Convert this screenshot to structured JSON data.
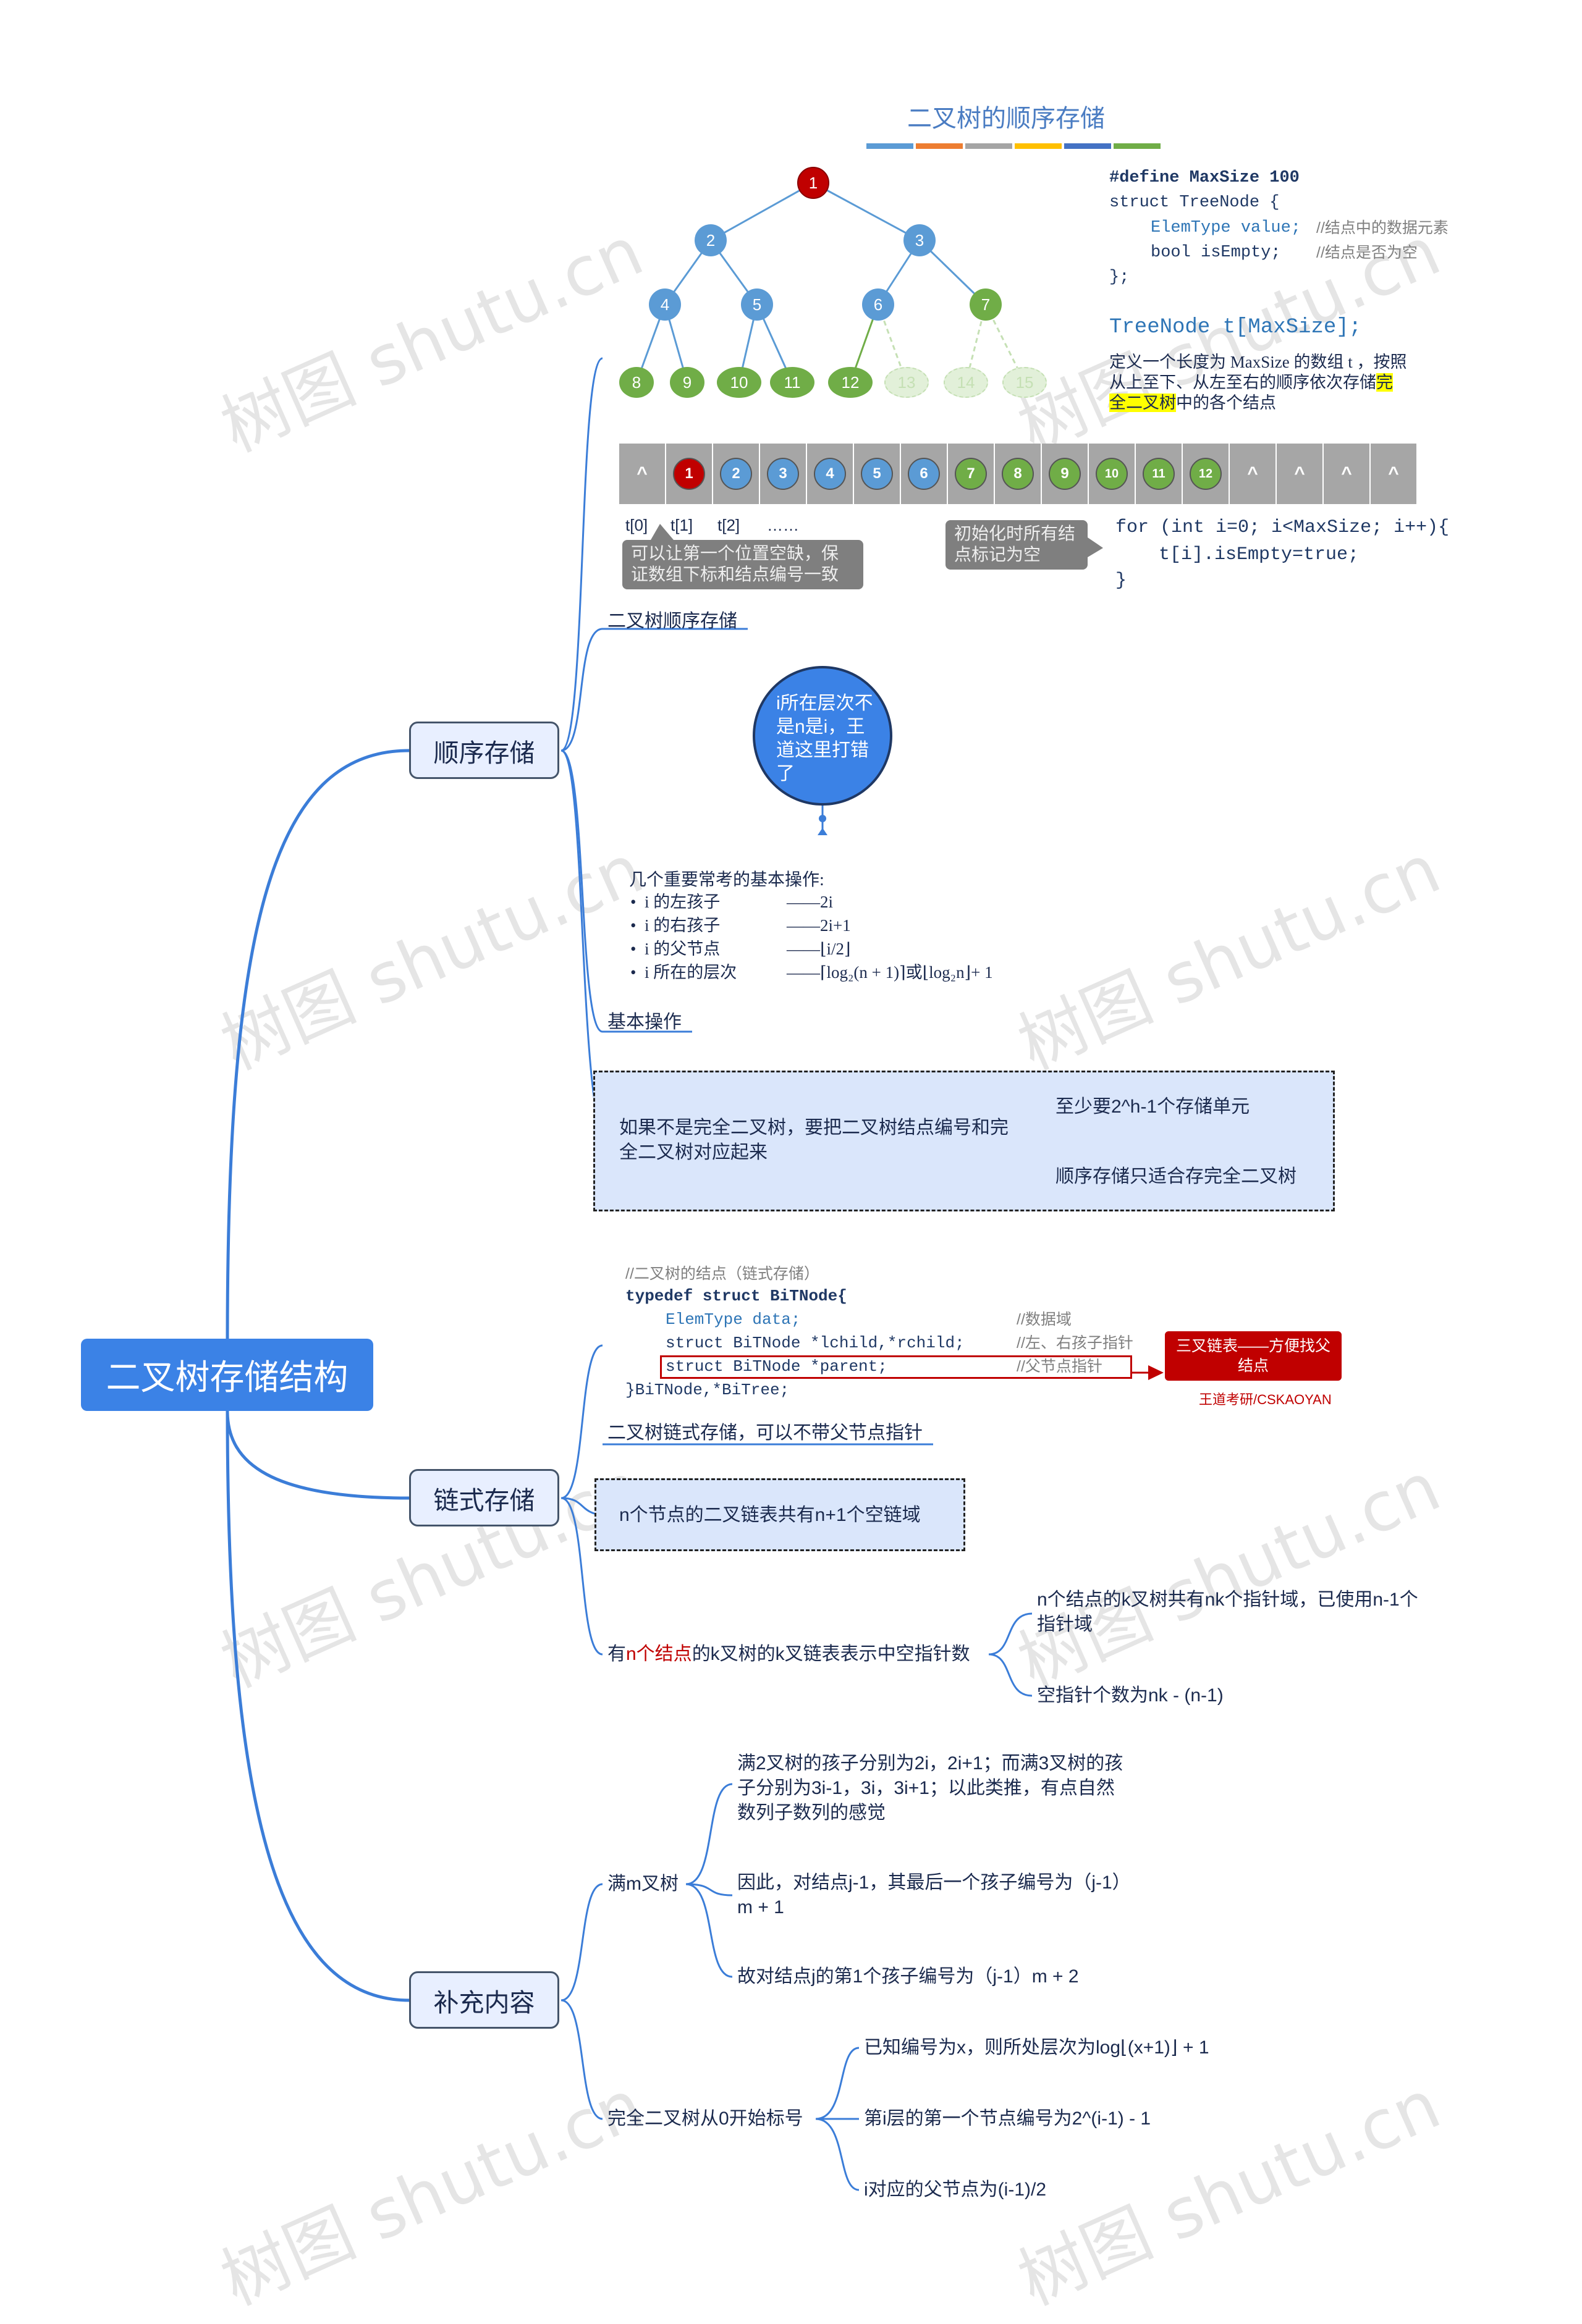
{
  "root": {
    "label": "二叉树存储结构"
  },
  "colors": {
    "accent": "#3b82e6",
    "red_node": "#c00000",
    "blue_node": "#5b9bd5",
    "green_node": "#70ad47",
    "line": "#3b7dd8"
  },
  "branches": [
    {
      "label": "顺序存储"
    },
    {
      "label": "链式存储"
    },
    {
      "label": "补充内容"
    }
  ],
  "seq": {
    "image_title": "二叉树的顺序存储",
    "tree_nodes": [
      "1",
      "2",
      "3",
      "4",
      "5",
      "6",
      "7",
      "8",
      "9",
      "10",
      "11",
      "12",
      "13",
      "14",
      "15"
    ],
    "code_define": "#define MaxSize 100",
    "code_struct": "struct TreeNode {",
    "code_elem": "ElemType value;",
    "code_elem_comment": "//结点中的数据元素",
    "code_bool": "bool isEmpty;",
    "code_bool_comment": "//结点是否为空",
    "code_end": "};",
    "code_array": "TreeNode t[MaxSize];",
    "desc_line1": "定义一个长度为 MaxSize 的数组 t ，按照",
    "desc_line2": "从上至下、从左至右的顺序依次存储",
    "desc_hl1": "完",
    "desc_hl2": "全二叉树",
    "desc_line3_rest": "中的各个结点",
    "array_cells": [
      "^",
      "1",
      "2",
      "3",
      "4",
      "5",
      "6",
      "7",
      "8",
      "9",
      "10",
      "11",
      "12",
      "^",
      "^",
      "^",
      "^"
    ],
    "index_labels": [
      "t[0]",
      "t[1]",
      "t[2]",
      "……"
    ],
    "callout_left": "可以让第一个位置空缺，保证数组下标和结点编号一致",
    "callout_mid": "初始化时所有结点标记为空",
    "code_for": "for (int i=0; i<MaxSize; i++){",
    "code_for_body": "t[i].isEmpty=true;",
    "code_for_end": "}",
    "caption": "二叉树顺序存储",
    "bubble": "i所在层次不是n是i，王道这里打错了",
    "ops_title": "几个重要常考的基本操作:",
    "ops": [
      {
        "name": "i 的左孩子",
        "value": "——2i"
      },
      {
        "name": "i 的右孩子",
        "value": "——2i+1"
      },
      {
        "name": "i 的父节点",
        "value": "——⌊i/2⌋"
      },
      {
        "name": "i 所在的层次",
        "value": "——⌈log₂(n + 1)⌉或⌊log₂n⌋+ 1"
      }
    ],
    "ops_caption": "基本操作",
    "box_text": "如果不是完全二叉树，要把二叉树结点编号和完全二叉树对应起来",
    "box_children": [
      "至少要2^h-1个存储单元",
      "顺序存储只适合存完全二叉树"
    ]
  },
  "link": {
    "code_comment": "//二叉树的结点（链式存储）",
    "code_typedef": "typedef struct BiTNode{",
    "code_data": "ElemType data;",
    "code_data_comment": "//数据域",
    "code_lr": "struct BiTNode  *lchild,*rchild;",
    "code_lr_comment": "//左、右孩子指针",
    "code_parent": "struct BiTNode  *parent;",
    "code_parent_comment": "//父节点指针",
    "code_end": "}BiTNode,*BiTree;",
    "red_callout": "三叉链表——方便找父结点",
    "red_source": "王道考研/CSKAOYAN",
    "caption": "二叉树链式存储，可以不带父节点指针",
    "box_text": "n个节点的二叉链表共有n+1个空链域",
    "k_pre": "有",
    "k_red": "n个结点",
    "k_post": "的k叉树的k叉链表表示中空指针数",
    "k_children": [
      "n个结点的k叉树共有nk个指针域，已使用n-1个指针域",
      "空指针个数为nk - (n-1)"
    ]
  },
  "extra": {
    "m_tree": "满m叉树",
    "m_children": [
      "满2叉树的孩子分别为2i，2i+1；而满3叉树的孩子分别为3i-1，3i，3i+1；以此类推，有点自然数列子数列的感觉",
      "因此，对结点j-1，其最后一个孩子编号为（j-1）m + 1",
      "故对结点j的第1个孩子编号为（j-1）m + 2"
    ],
    "zero": "完全二叉树从0开始标号",
    "zero_children": [
      "已知编号为x，则所处层次为log⌊(x+1)⌋ + 1",
      "第i层的第一个节点编号为2^(i-1) - 1",
      "i对应的父节点为(i-1)/2"
    ]
  },
  "watermark": "树图 shutu.cn"
}
